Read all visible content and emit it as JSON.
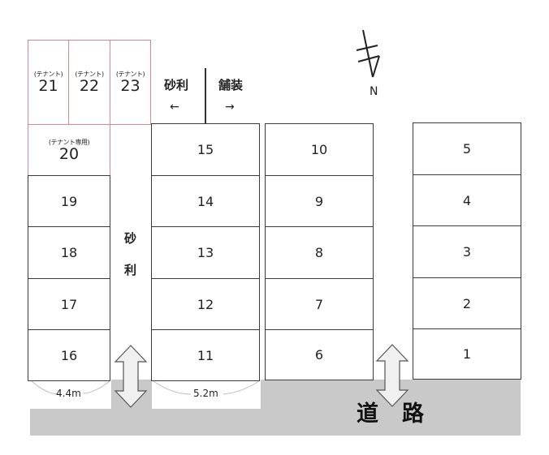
{
  "diagram": {
    "type": "parking-lot-layout",
    "colors": {
      "road": "#c9c9c9",
      "slot_border": "#3a3a3a",
      "tenant_border": "#d48a98"
    },
    "tenant_slots": [
      {
        "label": "(テナント)",
        "number": "21"
      },
      {
        "label": "(テナント)",
        "number": "22"
      },
      {
        "label": "(テナント)",
        "number": "23"
      },
      {
        "label": "(テナント専用)",
        "number": "20"
      }
    ],
    "columns": [
      {
        "name": "column-16-19",
        "slots": [
          "19",
          "18",
          "17",
          "16"
        ]
      },
      {
        "name": "column-11-15",
        "slots": [
          "15",
          "14",
          "13",
          "12",
          "11"
        ]
      },
      {
        "name": "column-6-10",
        "slots": [
          "10",
          "9",
          "8",
          "7",
          "6"
        ]
      },
      {
        "name": "column-1-5",
        "slots": [
          "5",
          "4",
          "3",
          "2",
          "1"
        ]
      }
    ],
    "surface_labels": {
      "gravel": "砂利",
      "paved": "舗装",
      "left_arrow": "←",
      "right_arrow": "→",
      "aisle_gravel_1": "砂",
      "aisle_gravel_2": "利"
    },
    "dimensions": {
      "left_depth": "4.4m",
      "middle_depth": "5.2m"
    },
    "road": {
      "label_1": "道",
      "label_2": "路"
    },
    "compass": {
      "north_label": "N"
    }
  }
}
